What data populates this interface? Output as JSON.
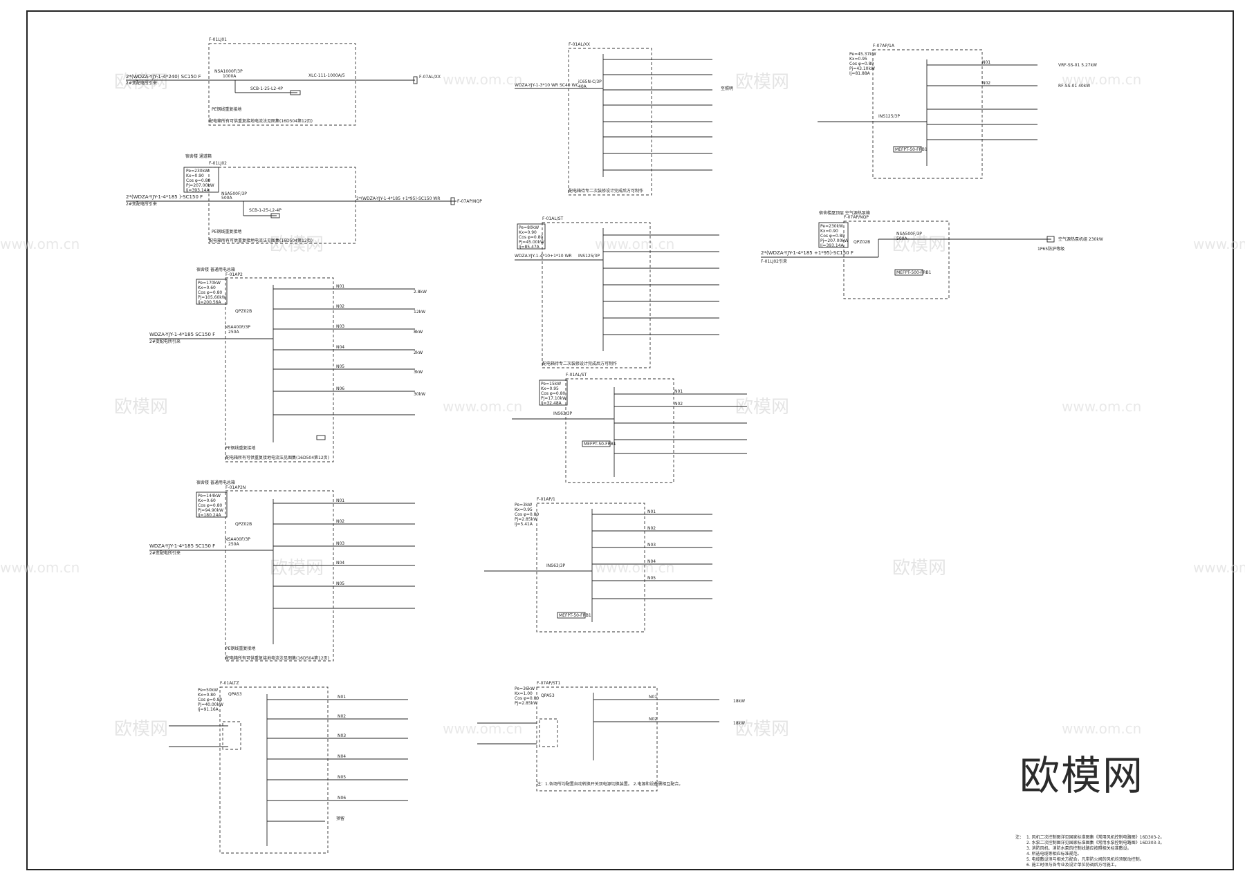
{
  "watermark": {
    "brand": "欧模网",
    "url": "www.om.cn"
  },
  "logo_text": "欧模网",
  "panels": {
    "p1": {
      "id": "F-01LJ01",
      "feeder": "2*(WDZA-YJY-1-4*240)  SC150   F",
      "feeder_note": "2#变配电所引来",
      "breaker": "NSA1000F/3P",
      "breaker_rating": "1000A",
      "out_breaker": "XLC-111-1000A/5",
      "out_to": "F-07AL/XX",
      "spd": "SCB-1-25-L2-4P",
      "ground": "PE钢线重复接地",
      "note": "配电箱所有可供重复接地电流法见图集(16D504第12页)"
    },
    "p2": {
      "id": "F-01LJ02",
      "title": "宿舍楼 通道箱",
      "pe": "Pe=230kW",
      "kx": "Kx=0.90",
      "cos": "Cos φ=0.80",
      "pj": "Pj=207.00kW",
      "ij": "Ij=393.14A",
      "feeder": "2*(WDZA-YJY-1-4*185 )-SC150   F",
      "feeder_note": "2#变配电所引来",
      "breaker": "NSA500F/3P",
      "breaker_rating": "500A",
      "out_line": "2*(WDZA-YJY-1-4*185 +1*95)-SC150  WR",
      "out_to": "F-07AP/NQP",
      "spd": "SCB-1-25-L2-4P",
      "ground": "PE钢线重复接地",
      "note": "配电箱所有可供重复接地电流法见图集(16D504第12页)"
    },
    "p3": {
      "id": "F-01AP2",
      "title": "宿舍楼 普通用电总箱",
      "pe": "Pe=170kW",
      "kx": "Kx=0.60",
      "cos": "Cos φ=0.80",
      "pj": "Pj=105.60kW",
      "ij": "Ij=200.56A",
      "feeder": "WDZA-YJY-1-4*185   SC150   F",
      "feeder_note": "2#变配电所引来",
      "main": "QPZ02B",
      "breaker": "NSA400F/3P",
      "breaker_rating": "250A",
      "circuits": [
        "N01",
        "N02",
        "N03",
        "N04",
        "N05",
        "N06"
      ],
      "loads": [
        "2.8kW",
        "12kW",
        "8kW",
        "2kW",
        "3kW",
        "30kW"
      ],
      "ground": "PE钢线重复接地",
      "note": "配电箱所有可供重复接地电流法见图集(16D504第12页)"
    },
    "p4": {
      "id": "F-01AP2N",
      "title": "宿舍楼 普通用电总箱",
      "pe": "Pe=144kW",
      "kx": "Kx=0.60",
      "cos": "Cos φ=0.80",
      "pj": "Pj=94.90kW",
      "ij": "Ij=180.24A",
      "feeder": "WDZA-YJY-1-4*185   SC150   F",
      "feeder_note": "2#变配电所引来",
      "main": "QPZ02B",
      "breaker": "NSA400F/3P",
      "breaker_rating": "250A",
      "circuits": [
        "N01",
        "N02",
        "N03",
        "N04",
        "N05"
      ],
      "ground": "PE钢线重复接地",
      "note": "配电箱所有可供重复接地电流法见图集(16D504第12页)"
    },
    "p5": {
      "id": "F-01ALTZ",
      "pe": "Pe=50kW",
      "kx": "Kx=0.80",
      "cos": "Cos φ=0.80",
      "pj": "Pj=40.00kW",
      "ij": "Ij=91.16A",
      "main": "QPA53",
      "circuits": [
        "N01",
        "N02",
        "N03",
        "N04",
        "N05",
        "N06"
      ],
      "note": "预留"
    },
    "p6": {
      "id": "F-01AL/XX",
      "feeder": "WDZA-YJY-1-3*10 WR SC40 WC",
      "breaker": "iC65N-C/3P",
      "rating": "40A",
      "note": "配电箱待专二次装修设计完成后方可制作",
      "to_label": "至照明"
    },
    "p7": {
      "id": "F-01AL/ST",
      "pe": "Pe=80kW",
      "kx": "Kx=0.90",
      "cos": "Cos φ=0.80",
      "pj": "Pj=45.00kW",
      "ij": "Ij=85.47A",
      "feeder": "WDZA-YJY-1-4*10+1*10 WR",
      "breaker": "INS125/3P",
      "note": "配电箱待专二次装修设计完成后方可制作"
    },
    "p8": {
      "id": "F-01AL/ST",
      "pe": "Pe=15kW",
      "kx": "Kx=0.95",
      "cos": "Cos φ=0.80",
      "pj": "Pj=17.10kW",
      "ij": "Ij=32.48A",
      "breaker": "INS63/3P",
      "spd": "MEFPT-50-FRB1",
      "circuits": [
        "N01",
        "N02"
      ]
    },
    "p9": {
      "id": "F-01AP/1",
      "pe": "Pe=3kW",
      "kx": "Kx=0.95",
      "cos": "Cos φ=0.80",
      "pj": "Pj=2.85kW",
      "ij": "Ij=5.41A",
      "breaker": "INS63/3P",
      "spd": "MEFPT-50-FRB1",
      "circuits": [
        "N01",
        "N02",
        "N03",
        "N04",
        "N05"
      ]
    },
    "p10": {
      "id": "F-07AP/ST1",
      "pe": "Pe=36kW",
      "kx": "Kx=1.00",
      "cos": "Cos φ=0.80",
      "pj": "Pj=2.85kW",
      "main": "QPA53",
      "circuits": [
        "N01",
        "N02"
      ],
      "loads": [
        "18kW",
        "18kW"
      ],
      "note": "注：1.各场所均配置自动转换开关双电源切换装置。\n2.电源和设备需相互配合。"
    },
    "p11": {
      "id": "F-07AP/1A",
      "pe": "Pe=45.37kW",
      "kx": "Kx=0.95",
      "cos": "Cos φ=0.80",
      "pj": "Pj=43.10kW",
      "ij": "Ij=81.88A",
      "breaker": "INS125/3P",
      "spd": "MEFPT-50-FRB1",
      "circuits": [
        "N01",
        "N02"
      ],
      "loads": [
        "VRF-SS-01 5.27kW",
        "RF-SS-01 40kW"
      ]
    },
    "p12": {
      "id": "F-07AP/NQP",
      "title": "宿舍楼屋顶层 空气源热泵箱",
      "pe": "Pe=230kW",
      "kx": "Kx=0.90",
      "cos": "Cos φ=0.80",
      "pj": "Pj=207.00kW",
      "ij": "Ij=393.14A",
      "feeder": "2*(WDZA-YJY-1-4*185 +1*95)-SC150  F",
      "feeder_note": "F-01LJ02引来",
      "main": "QPZ02B",
      "breaker": "NSA500F/3P",
      "breaker_rating": "500A",
      "spd": "MEFPT-500-FRB1",
      "load": "空气源热泵机组 230kW",
      "load_note": "1P65防护等级"
    }
  },
  "notes": {
    "title": "注：",
    "lines": [
      "1. 风机二次控制图详见国家标准图集《常用风机控制电路图》16D303-2。",
      "2. 水泵二次控制图详见国家标准图集《常用水泵控制电路图》16D303-3。",
      "3. 消防风机、消防水泵的控制线路应按照相关标准敷设。",
      "4. 所选电缆等相应标准规范。",
      "5. 电缆敷设须与相关方配合，凡带防火阀的风机均须联动控制。",
      "6. 施工时须与各专业及设计单位协调后方可施工。"
    ]
  }
}
